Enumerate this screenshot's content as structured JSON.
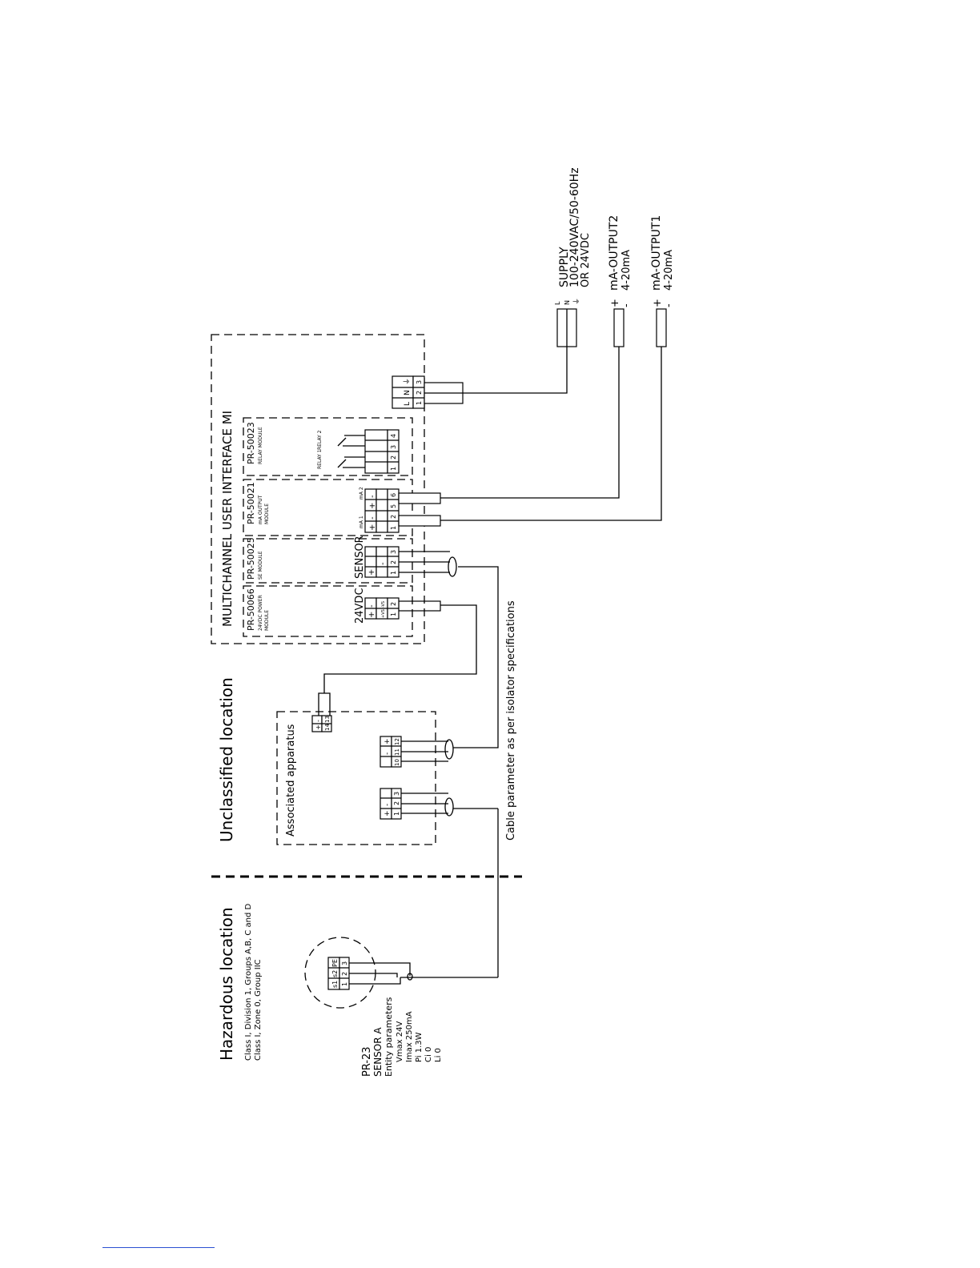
{
  "zones": {
    "hazardous": {
      "title": "Hazardous location",
      "class_line_1": "Class I, Division 1, Groups A,B, C and D",
      "class_line_2": "Class I, Zone 0, Group IIC"
    },
    "unclassified": {
      "title": "Unclassified location"
    }
  },
  "sensor": {
    "model": "PR-23",
    "name": "SENSOR A",
    "entity_title": "Entity parameters",
    "params": [
      "Vmax 24V",
      "Imax 250mA",
      "Pi 1.3W",
      "Ci 0",
      "Li 0"
    ],
    "terminal_labels": [
      "s1",
      "s2",
      "PE"
    ],
    "terminal_numbers": [
      "1",
      "2",
      "3"
    ]
  },
  "associated": {
    "title": "Associated apparatus",
    "block_a": {
      "signs": [
        "+",
        "-",
        ""
      ],
      "numbers": [
        "1",
        "2",
        "3"
      ]
    },
    "block_b": {
      "signs": [
        "-",
        "+",
        ""
      ],
      "numbers": [
        "10",
        "11",
        "12"
      ]
    },
    "block_c": {
      "signs": [
        "+",
        "-"
      ],
      "numbers": [
        "14",
        "13"
      ]
    }
  },
  "cable_note": "Cable parameter as per isolator specifications",
  "interface": {
    "title": "MULTICHANNEL USER INTERFACE MI",
    "modules": [
      {
        "model": "PR-50066",
        "desc": [
          "24VDC POWER",
          "MODULE"
        ],
        "terminal_title": "24VDC",
        "signs": [
          "+",
          "-"
        ],
        "sublabels": [
          "+VS",
          "-VS"
        ],
        "numbers": [
          "1",
          "2"
        ]
      },
      {
        "model": "PR-50025",
        "desc": [
          "SE MODULE"
        ],
        "terminal_title": "SENSOR",
        "signs": [
          "+",
          "-",
          ""
        ],
        "numbers": [
          "1",
          "2",
          "3"
        ]
      },
      {
        "model": "PR-50021",
        "desc": [
          "mA OUTPUT",
          "MODULE"
        ],
        "group_labels": [
          "mA 1",
          "mA 2"
        ],
        "signs": [
          "+",
          "-",
          "+",
          "-"
        ],
        "numbers": [
          "1",
          "2",
          "5",
          "6"
        ]
      },
      {
        "model": "PR-50023",
        "desc": [
          "RELAY MODULE"
        ],
        "relay_labels": [
          "RELAY 1",
          "RELAY 2"
        ],
        "numbers": [
          "1",
          "2",
          "3",
          "4"
        ]
      }
    ],
    "supply_terminals": {
      "labels": [
        "L",
        "N",
        "⏚"
      ],
      "numbers": [
        "1",
        "2",
        "3"
      ]
    }
  },
  "supply": {
    "labels": [
      "SUPPLY",
      "100-240VAC/50-60Hz",
      "OR  24VDC"
    ],
    "wires": [
      "L",
      "N",
      "⏚"
    ]
  },
  "outputs": [
    {
      "title": "mA-OUTPUT2",
      "range": "4-20mA",
      "plus": "+",
      "minus": "-"
    },
    {
      "title": "mA-OUTPUT1",
      "range": "4-20mA",
      "plus": "+",
      "minus": "-"
    }
  ]
}
